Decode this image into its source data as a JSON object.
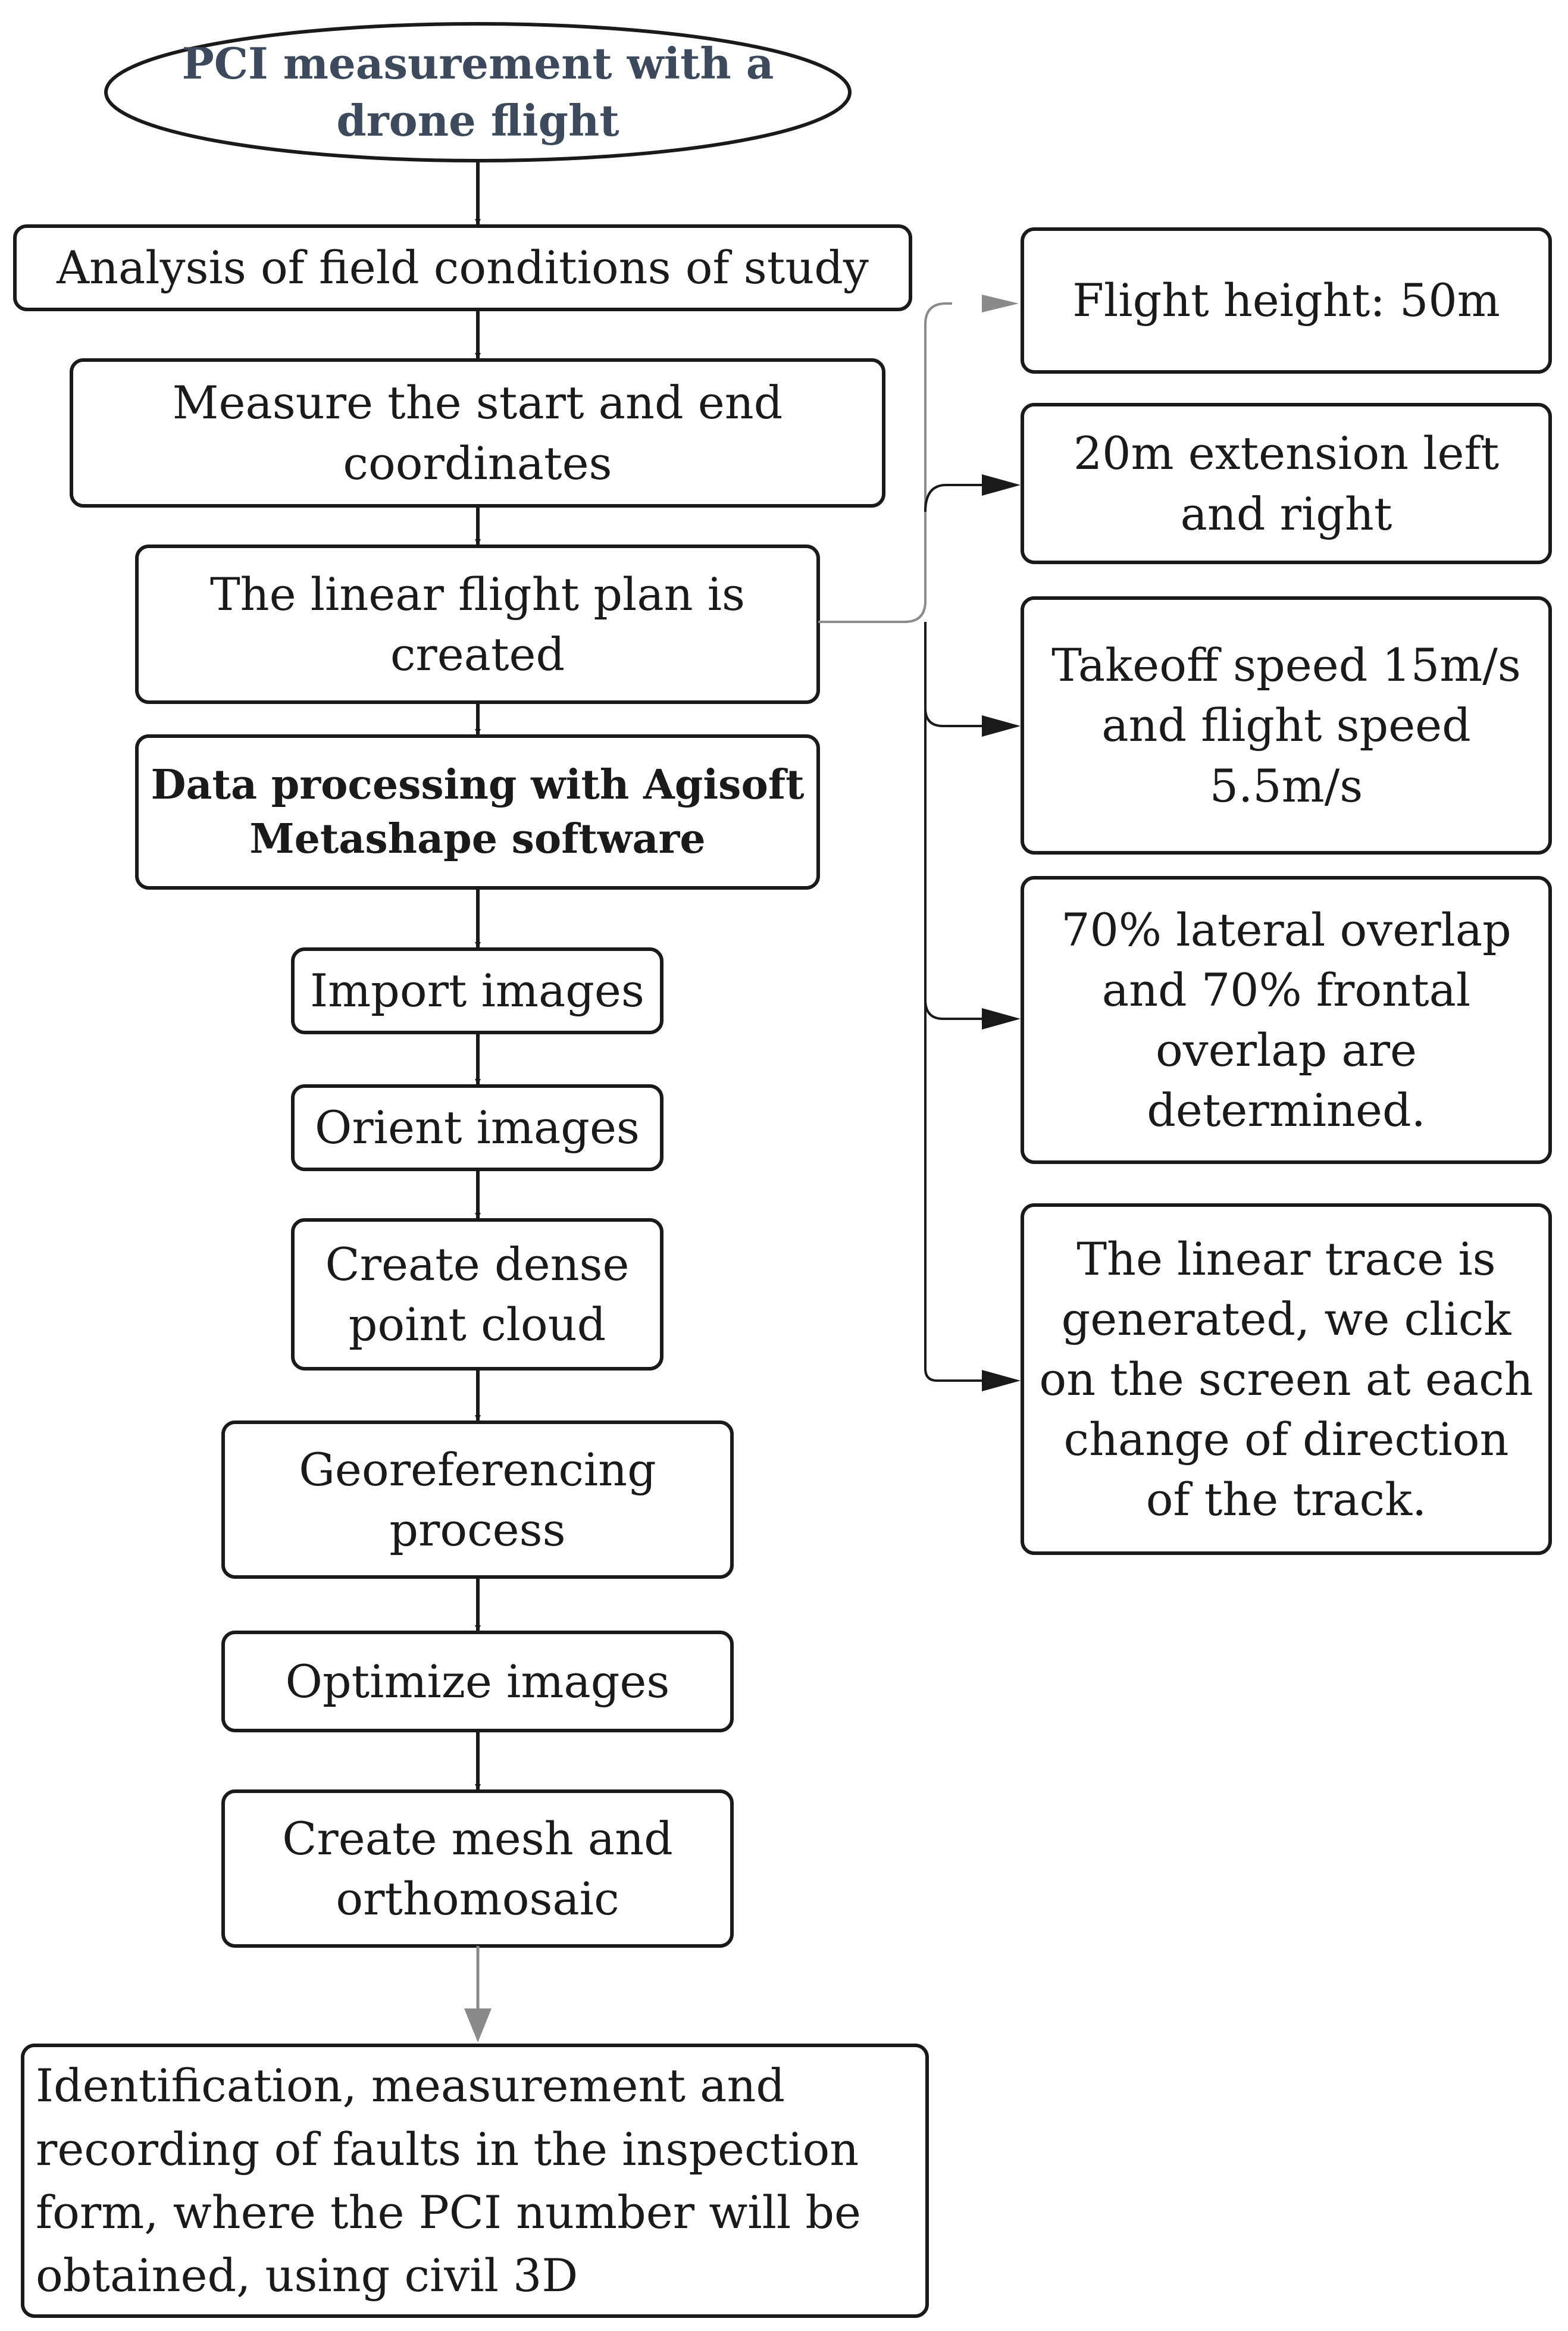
{
  "start": {
    "label": "PCI measurement with a\ndrone flight"
  },
  "main_steps": [
    {
      "id": "analysis",
      "label": "Analysis of field conditions of study"
    },
    {
      "id": "measure",
      "label": "Measure the start and end\ncoordinates"
    },
    {
      "id": "flightplan",
      "label": "The linear flight plan is\ncreated"
    },
    {
      "id": "processing",
      "label": "Data processing with Agisoft\nMetashape software"
    },
    {
      "id": "import",
      "label": "Import images"
    },
    {
      "id": "orient",
      "label": "Orient images"
    },
    {
      "id": "dense",
      "label": "Create dense\npoint cloud"
    },
    {
      "id": "georef",
      "label": "Georeferencing\nprocess"
    },
    {
      "id": "optimize",
      "label": "Optimize images"
    },
    {
      "id": "mesh",
      "label": "Create mesh and\northomosaic"
    },
    {
      "id": "final",
      "label": "Identification, measurement and\nrecording of faults in the inspection\nform, where the PCI number will be\nobtained, using civil 3D"
    }
  ],
  "flight_parameters": [
    {
      "id": "height",
      "label": "Flight height: 50m"
    },
    {
      "id": "extension",
      "label": "20m extension left\nand right"
    },
    {
      "id": "speed",
      "label": "Takeoff speed 15m/s\nand flight speed\n5.5m/s"
    },
    {
      "id": "overlap",
      "label": "70% lateral overlap\nand 70% frontal\noverlap are\ndetermined."
    },
    {
      "id": "trace",
      "label": "The linear trace is\ngenerated, we click\non the screen at each\nchange of direction\nof the track."
    }
  ],
  "colors": {
    "stroke": "#1a1a1a",
    "start_text": "#3d4a5c",
    "gray_arrow": "#8a8a8a"
  }
}
